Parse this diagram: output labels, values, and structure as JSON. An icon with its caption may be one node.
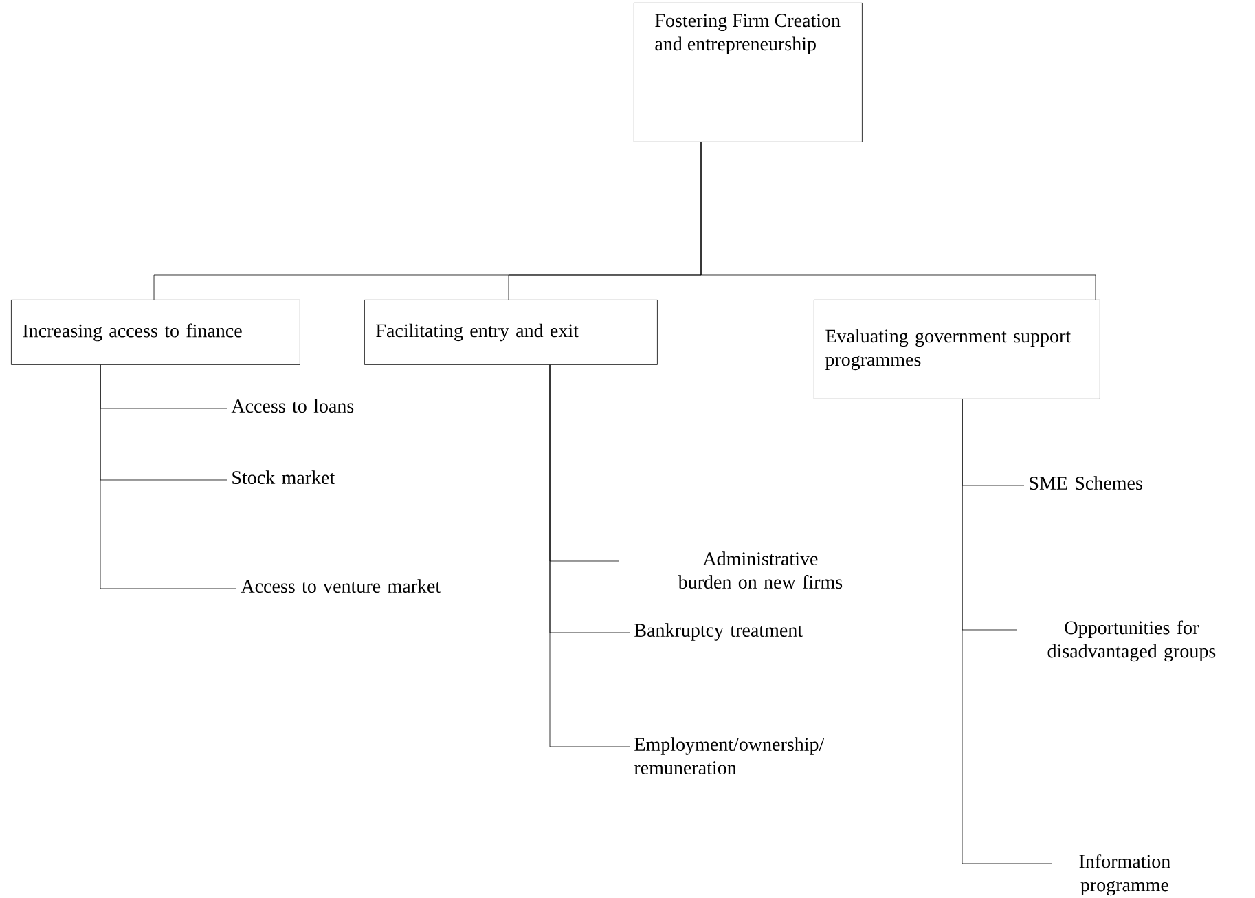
{
  "diagram": {
    "nodes": [
      {
        "text": [
          "Fostering Firm Creation and entrepreneurship"
        ]
      },
      {
        "text": [
          "Increasing access to finance"
        ]
      },
      {
        "text": [
          "Facilitating entry and exit"
        ]
      },
      {
        "text": [
          "Evaluating government support programmes"
        ]
      },
      {
        "text": [
          "Access to loans"
        ]
      },
      {
        "text": [
          "Stock market"
        ]
      },
      {
        "text": [
          "Access to venture market"
        ]
      },
      {
        "text": [
          "Administrative burden on new firms"
        ]
      },
      {
        "text": [
          "Bankruptcy treatment"
        ]
      },
      {
        "text": [
          "Employment/ownership/ remuneration"
        ]
      },
      {
        "text": [
          "SME Schemes"
        ]
      },
      {
        "text": [
          "Opportunities for disadvantaged groups"
        ]
      },
      {
        "text": [
          "Information programme"
        ]
      }
    ],
    "edges": [
      {
        "from": 0,
        "to": 1,
        "arrow": "none"
      },
      {
        "from": 0,
        "to": 2,
        "arrow": "none"
      },
      {
        "from": 0,
        "to": 3,
        "arrow": "none"
      },
      {
        "from": 1,
        "to": 4,
        "arrow": "none"
      },
      {
        "from": 1,
        "to": 5,
        "arrow": "none"
      },
      {
        "from": 1,
        "to": 6,
        "arrow": "none"
      },
      {
        "from": 2,
        "to": 7,
        "arrow": "none"
      },
      {
        "from": 2,
        "to": 8,
        "arrow": "none"
      },
      {
        "from": 2,
        "to": 9,
        "arrow": "none"
      },
      {
        "from": 3,
        "to": 10,
        "arrow": "none"
      },
      {
        "from": 3,
        "to": 11,
        "arrow": "none"
      },
      {
        "from": 3,
        "to": 12,
        "arrow": "none"
      }
    ]
  }
}
